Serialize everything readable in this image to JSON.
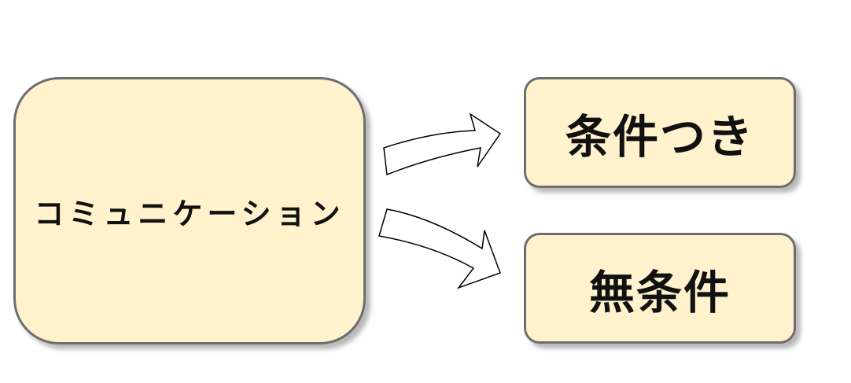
{
  "diagram": {
    "source": {
      "label": "コミュニケーション",
      "fill": "#fff2cc",
      "border": "#6e6e6e"
    },
    "targets": [
      {
        "label": "条件つき"
      },
      {
        "label": "無条件"
      }
    ]
  }
}
